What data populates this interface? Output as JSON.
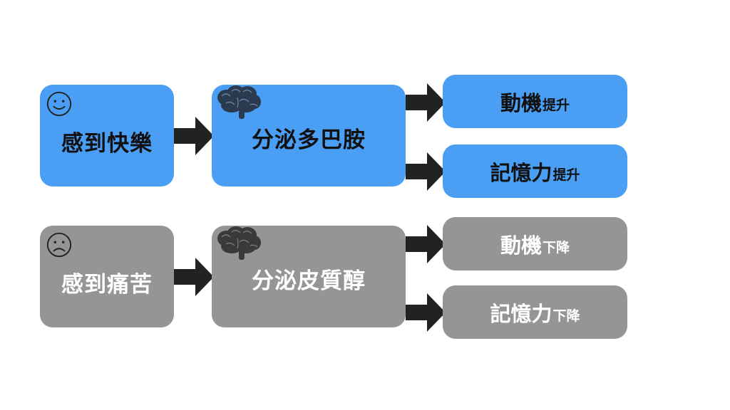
{
  "top": {
    "feel": "感到快樂",
    "secrete": "分泌多巴胺",
    "out1": {
      "main": "動機",
      "sub": "提升"
    },
    "out2": {
      "main": "記憶力",
      "sub": "提升"
    },
    "face_icon": "smile-icon",
    "brain_icon": "brain-icon",
    "color": "#4a9ff5"
  },
  "bottom": {
    "feel": "感到痛苦",
    "secrete": "分泌皮質醇",
    "out1": {
      "main": "動機",
      "sub": "下降"
    },
    "out2": {
      "main": "記憶力",
      "sub": "下降"
    },
    "face_icon": "frown-icon",
    "brain_icon": "brain-icon",
    "color": "#959595"
  },
  "arrow_color": "#222222"
}
